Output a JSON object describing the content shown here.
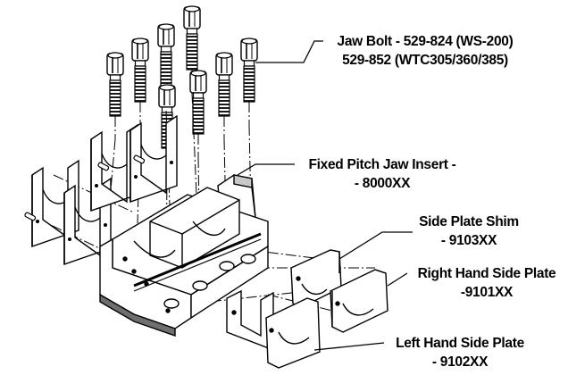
{
  "callouts": {
    "jaw_bolt": {
      "line1": "Jaw Bolt - 529-824 (WS-200)",
      "line2": "529-852 (WTC305/360/385)"
    },
    "jaw_insert": {
      "line1": "Fixed Pitch Jaw Insert -",
      "line2": "- 8000XX"
    },
    "side_plate_shim": {
      "line1": "Side Plate Shim",
      "line2": "- 9103XX"
    },
    "right_hand_side_plate": {
      "line1": "Right Hand Side Plate",
      "line2": "-9101XX"
    },
    "left_hand_side_plate": {
      "line1": "Left Hand Side Plate",
      "line2": "- 9102XX"
    }
  },
  "colors": {
    "ink": "#000000",
    "part_fill": "#ffffff",
    "shade": "#c8c8c8",
    "dark_shade": "#6e6e6e"
  }
}
